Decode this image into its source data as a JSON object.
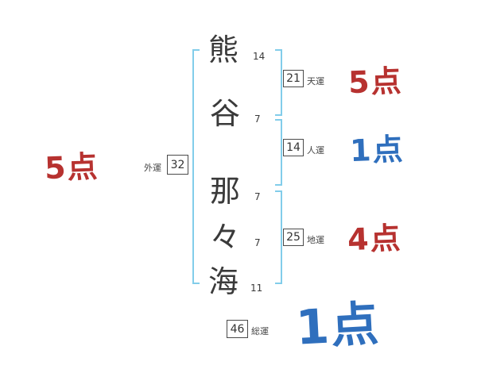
{
  "name_chart": {
    "characters": [
      {
        "char": "熊",
        "strokes": "14"
      },
      {
        "char": "谷",
        "strokes": "7"
      },
      {
        "char": "那",
        "strokes": "7"
      },
      {
        "char": "々",
        "strokes": "7"
      },
      {
        "char": "海",
        "strokes": "11"
      }
    ],
    "fortunes": {
      "gaiun": {
        "label": "外運",
        "value": "32",
        "score": "5点",
        "score_color": "red"
      },
      "tenun": {
        "label": "天運",
        "value": "21",
        "score": "5点",
        "score_color": "red"
      },
      "jinun": {
        "label": "人運",
        "value": "14",
        "score": "1点",
        "score_color": "blue"
      },
      "chiun": {
        "label": "地運",
        "value": "25",
        "score": "4点",
        "score_color": "red"
      },
      "souun": {
        "label": "総運",
        "value": "46",
        "score": "1点",
        "score_color": "blue"
      }
    },
    "colors": {
      "red": "#b73230",
      "blue": "#2f6fbd",
      "bracket": "#82cdea",
      "text": "#3a3a3a"
    }
  }
}
